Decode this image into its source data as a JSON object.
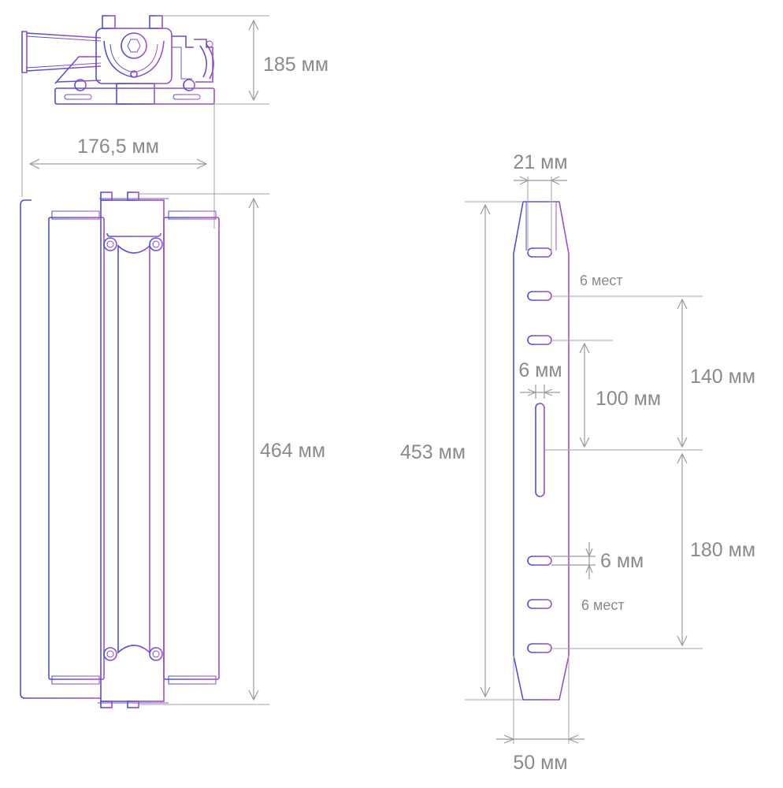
{
  "colors": {
    "outline_start": "#4d4fd6",
    "outline_end": "#a14fc9",
    "dimension": "#9a9a9a",
    "text": "#8a8a8a"
  },
  "dimensions": {
    "height_185": "185 мм",
    "width_176_5": "176,5 мм",
    "length_464": "464 мм",
    "width_21": "21 мм",
    "places_6_top": "6 мест",
    "slot_6_horizontal": "6 мм",
    "spacing_100": "100 мм",
    "spacing_140": "140 мм",
    "bracket_453": "453 мм",
    "spacing_180": "180 мм",
    "hole_6_vertical": "6 мм",
    "places_6_bottom": "6 мест",
    "base_50": "50 мм"
  }
}
